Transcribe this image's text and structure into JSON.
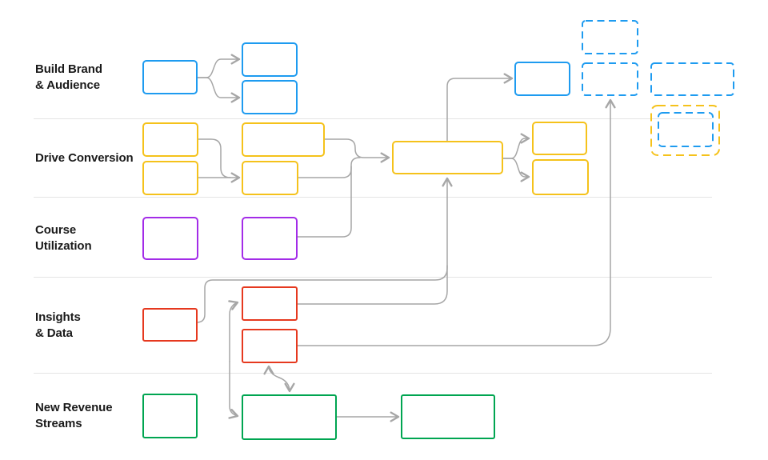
{
  "colors": {
    "blue": "#1E9BF0",
    "yellow": "#F5C21B",
    "purple": "#A32CE8",
    "red": "#E6391F",
    "green": "#00A551",
    "connector": "#A6A6A6",
    "divider": "#E3E3E3",
    "label_text": "#1A1A1A",
    "background": "#FFFFFF"
  },
  "lanes": [
    {
      "id": "build-brand-audience",
      "label_lines": [
        "Build Brand",
        "& Audience"
      ],
      "color": "blue"
    },
    {
      "id": "drive-conversion",
      "label_lines": [
        "Drive Conversion"
      ],
      "color": "yellow"
    },
    {
      "id": "course-utilization",
      "label_lines": [
        "Course",
        "Utilization"
      ],
      "color": "purple"
    },
    {
      "id": "insights-data",
      "label_lines": [
        "Insights",
        "& Data"
      ],
      "color": "red"
    },
    {
      "id": "new-revenue-streams",
      "label_lines": [
        "New Revenue",
        "Streams"
      ],
      "color": "green"
    }
  ],
  "boxes": [
    {
      "id": "bb-1",
      "lane": "build-brand-audience",
      "style": "solid",
      "color": "blue"
    },
    {
      "id": "bb-2",
      "lane": "build-brand-audience",
      "style": "solid",
      "color": "blue"
    },
    {
      "id": "bb-3",
      "lane": "build-brand-audience",
      "style": "solid",
      "color": "blue"
    },
    {
      "id": "bb-4",
      "lane": "build-brand-audience",
      "style": "solid",
      "color": "blue"
    },
    {
      "id": "bb-d1",
      "lane": "build-brand-audience",
      "style": "dashed",
      "color": "blue"
    },
    {
      "id": "bb-d2",
      "lane": "build-brand-audience",
      "style": "dashed",
      "color": "blue"
    },
    {
      "id": "bb-d3",
      "lane": "build-brand-audience",
      "style": "dashed",
      "color": "blue"
    },
    {
      "id": "dc-d4-outer",
      "lane": "drive-conversion",
      "style": "dashed",
      "color": "yellow"
    },
    {
      "id": "dc-d4-inner",
      "lane": "drive-conversion",
      "style": "dashed",
      "color": "blue"
    },
    {
      "id": "dc-1",
      "lane": "drive-conversion",
      "style": "solid",
      "color": "yellow"
    },
    {
      "id": "dc-2",
      "lane": "drive-conversion",
      "style": "solid",
      "color": "yellow"
    },
    {
      "id": "dc-3",
      "lane": "drive-conversion",
      "style": "solid",
      "color": "yellow"
    },
    {
      "id": "dc-4",
      "lane": "drive-conversion",
      "style": "solid",
      "color": "yellow"
    },
    {
      "id": "dc-5-hub",
      "lane": "drive-conversion",
      "style": "solid",
      "color": "yellow"
    },
    {
      "id": "dc-6",
      "lane": "drive-conversion",
      "style": "solid",
      "color": "yellow"
    },
    {
      "id": "dc-7",
      "lane": "drive-conversion",
      "style": "solid",
      "color": "yellow"
    },
    {
      "id": "cu-1",
      "lane": "course-utilization",
      "style": "solid",
      "color": "purple"
    },
    {
      "id": "cu-2",
      "lane": "course-utilization",
      "style": "solid",
      "color": "purple"
    },
    {
      "id": "id-1",
      "lane": "insights-data",
      "style": "solid",
      "color": "red"
    },
    {
      "id": "id-2",
      "lane": "insights-data",
      "style": "solid",
      "color": "red"
    },
    {
      "id": "id-3",
      "lane": "insights-data",
      "style": "solid",
      "color": "red"
    },
    {
      "id": "nr-1",
      "lane": "new-revenue-streams",
      "style": "solid",
      "color": "green"
    },
    {
      "id": "nr-2",
      "lane": "new-revenue-streams",
      "style": "solid",
      "color": "green"
    },
    {
      "id": "nr-3",
      "lane": "new-revenue-streams",
      "style": "solid",
      "color": "green"
    }
  ],
  "edges": [
    {
      "from": "bb-1",
      "to": "bb-2",
      "direction": "one-way"
    },
    {
      "from": "bb-1",
      "to": "bb-3",
      "direction": "one-way"
    },
    {
      "from": "dc-1",
      "to": "dc-4",
      "direction": "one-way"
    },
    {
      "from": "dc-2",
      "to": "dc-4",
      "direction": "one-way"
    },
    {
      "from": "dc-3",
      "to": "dc-5-hub",
      "direction": "one-way"
    },
    {
      "from": "dc-4",
      "to": "dc-5-hub",
      "direction": "one-way"
    },
    {
      "from": "cu-2",
      "to": "dc-5-hub",
      "direction": "one-way"
    },
    {
      "from": "dc-5-hub",
      "to": "bb-4",
      "direction": "one-way"
    },
    {
      "from": "dc-5-hub",
      "to": "dc-6",
      "direction": "one-way"
    },
    {
      "from": "dc-5-hub",
      "to": "dc-7",
      "direction": "one-way"
    },
    {
      "from": "id-1",
      "to": "dc-5-hub",
      "direction": "one-way"
    },
    {
      "from": "id-2",
      "to": "dc-5-hub",
      "direction": "one-way"
    },
    {
      "from": "id-3",
      "to": "bb-d2",
      "direction": "one-way"
    },
    {
      "from": "id-2",
      "to": "nr-2",
      "direction": "two-way"
    },
    {
      "from": "id-3",
      "to": "nr-2",
      "direction": "two-way"
    },
    {
      "from": "nr-2",
      "to": "nr-3",
      "direction": "one-way"
    }
  ]
}
